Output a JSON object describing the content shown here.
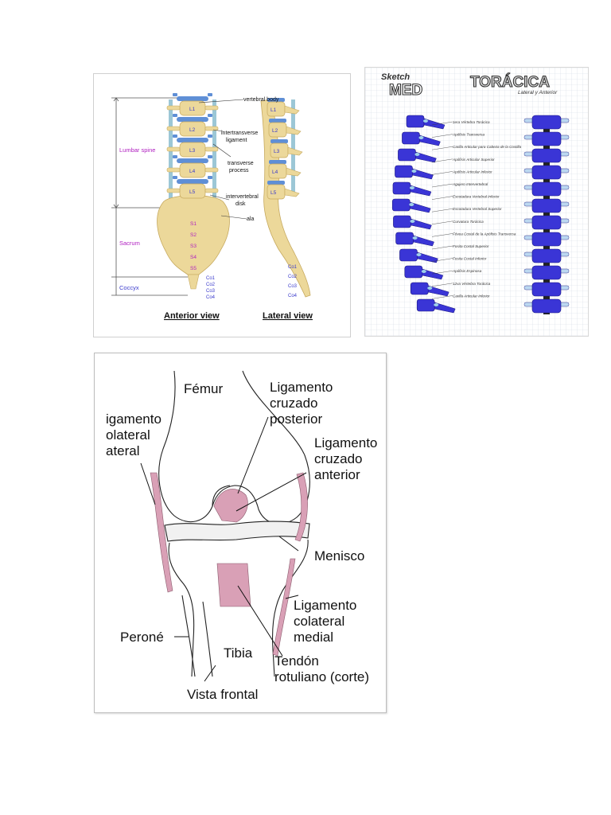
{
  "lumbar": {
    "regions": {
      "lumbar": "Lumbar spine",
      "sacrum": "Sacrum",
      "coccyx": "Coccyx"
    },
    "labels": {
      "vertebral_body": "vertebral body",
      "intertransverse_1": "intertransverse",
      "intertransverse_2": "ligament",
      "transverse_1": "transverse",
      "transverse_2": "process",
      "intervertebral_1": "intervertebral",
      "intervertebral_2": "disk",
      "ala": "ala"
    },
    "vertebrae": [
      "L1",
      "L2",
      "L3",
      "L4",
      "L5"
    ],
    "sacral": [
      "S1",
      "S2",
      "S3",
      "S4",
      "S5"
    ],
    "coccygeal": [
      "Co1",
      "Co2",
      "Co3",
      "Co4"
    ],
    "views": {
      "anterior": "Anterior view",
      "lateral": "Lateral view"
    },
    "colors": {
      "region_label": "#b020c0",
      "vertebra_label": "#3a3acc",
      "bone": "#ecd89a",
      "disk": "#5f8fd6"
    }
  },
  "thoracic": {
    "brand_top": "Sketch",
    "brand_bottom": "MED",
    "title": "TORÁCICA",
    "subtitle": "Lateral y Anterior",
    "labels": [
      "1era Vértebra Torácica",
      "Apófisis Transversa",
      "Carilla Articular para Cabeza de la Costilla",
      "Apófisis Articular Superior",
      "Apófisis Articular Inferior",
      "Agujero Intervertebral",
      "Escotadura Vertebral Inferior",
      "Escotadura Vertebral Superior",
      "Curvatura Torácica",
      "Fóvea Costal de la Apófisis Transversa",
      "Fosita Costal Superior",
      "Fosita Costal Inferior",
      "Apófisis Espinosa",
      "12va Vértebra Torácica",
      "Carilla Articular Inferior"
    ],
    "colors": {
      "vertebra": "#3a35d6",
      "grid": "#cfd6e2"
    }
  },
  "knee": {
    "labels": {
      "femur": "Fémur",
      "lcp_1": "Ligamento",
      "lcp_2": "cruzado",
      "lcp_3": "posterior",
      "lcl_1": "igamento",
      "lcl_2": "olateral",
      "lcl_3": "ateral",
      "lca_1": "Ligamento",
      "lca_2": "cruzado",
      "lca_3": "anterior",
      "menisco": "Menisco",
      "lcm_1": "Ligamento",
      "lcm_2": "colateral",
      "lcm_3": "medial",
      "perone": "Peroné",
      "tibia": "Tibia",
      "tendon_1": "Tendón",
      "tendon_2": "rotuliano (corte)",
      "view": "Vista frontal"
    },
    "colors": {
      "ligament": "#d9a0b6",
      "outline": "#222222"
    }
  }
}
